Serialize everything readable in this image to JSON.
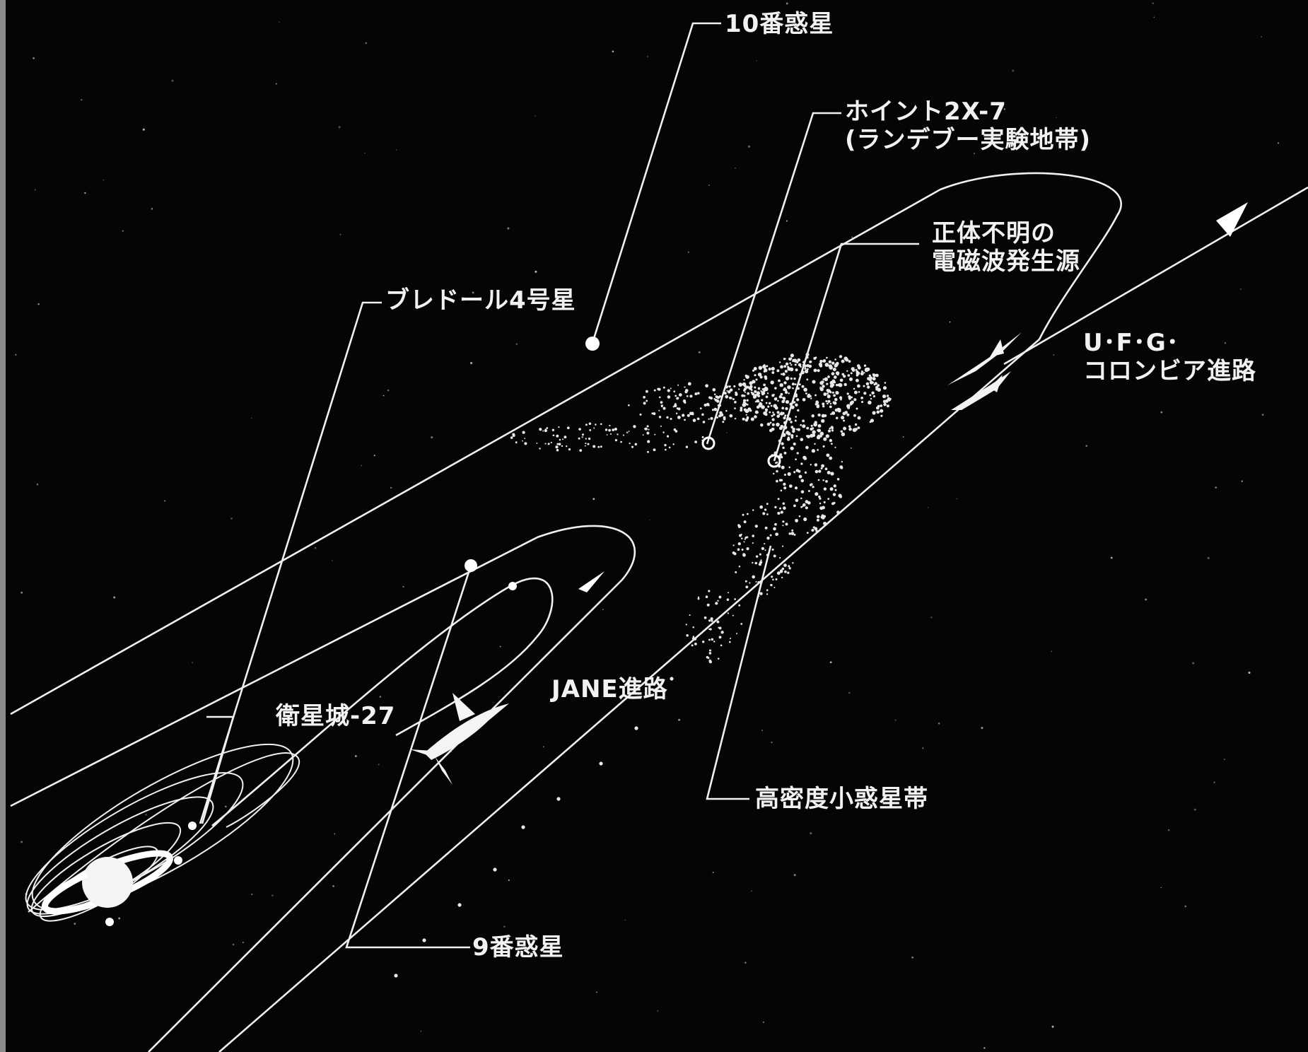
{
  "labels": {
    "planet10": "10番惑星",
    "point2x7": [
      "ホイント2X-7",
      "(ランデブー実験地帯)"
    ],
    "unknown_source": [
      "正体不明の",
      "電磁波発生源"
    ],
    "pledor": "ブレドール4号星",
    "ufg": [
      "U･F･G･",
      "コロンビア進路"
    ],
    "jane": "JANE進路",
    "satellite_castle": "衛星城-27",
    "asteroid_belt": "高密度小惑星帯",
    "planet9": "9番惑星"
  },
  "icons": [
    "ringed-planet-icon",
    "shark-ship-icon",
    "ufg-ships-icon",
    "direction-arrow-icon"
  ],
  "colors": {
    "background": "#050505",
    "ink": "#f2f2f2"
  }
}
